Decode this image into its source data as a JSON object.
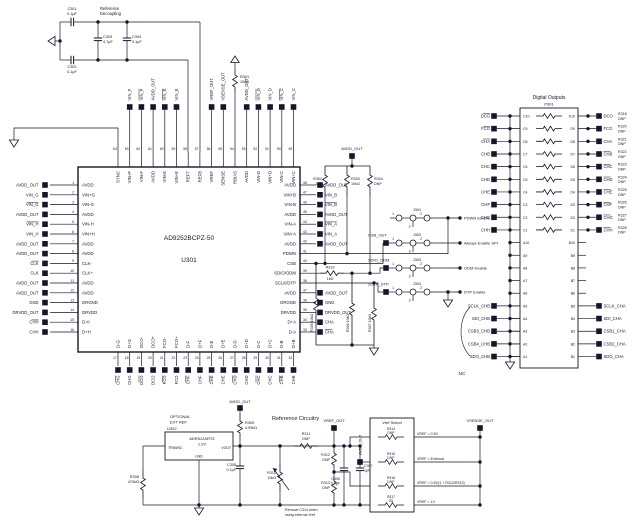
{
  "chip": {
    "refdes": "U301",
    "part": "AD9252BCPZ-50",
    "left_pins": [
      {
        "num": "1",
        "name": "AVDD",
        "net": "AVDD_OUT",
        "bar": false
      },
      {
        "num": "2",
        "name": "VIN+G",
        "net": "VIN_G",
        "bar": false
      },
      {
        "num": "3",
        "name": "VIN-G",
        "net": "VIN_G",
        "bar": true
      },
      {
        "num": "4",
        "name": "AVDD",
        "net": "AVDD_OUT",
        "bar": false
      },
      {
        "num": "5",
        "name": "VIN-H",
        "net": "VIN_H",
        "bar": true
      },
      {
        "num": "6",
        "name": "VIN+H",
        "net": "VIN_H",
        "bar": false
      },
      {
        "num": "7",
        "name": "AVDD",
        "net": "AVDD_OUT",
        "bar": false
      },
      {
        "num": "8",
        "name": "AVDD",
        "net": "AVDD_OUT",
        "bar": false
      },
      {
        "num": "9",
        "name": "CLK-",
        "net": "CLK",
        "bar": true
      },
      {
        "num": "10",
        "name": "CLK+",
        "net": "CLK",
        "bar": false
      },
      {
        "num": "11",
        "name": "AVDD",
        "net": "AVDD_OUT",
        "bar": false
      },
      {
        "num": "12",
        "name": "AVDD",
        "net": "AVDD_OUT",
        "bar": false
      },
      {
        "num": "13",
        "name": "DRGND",
        "net": "GND",
        "bar": false
      },
      {
        "num": "14",
        "name": "DRVDD",
        "net": "DRVDD_OUT",
        "bar": false
      },
      {
        "num": "15",
        "name": "D-H",
        "net": "CHH",
        "bar": true
      },
      {
        "num": "16",
        "name": "D+H",
        "net": "CHH",
        "bar": false
      }
    ],
    "top_pins": [
      {
        "num": "64",
        "name": "SYNC",
        "net": "",
        "bar": false,
        "conn": "wire"
      },
      {
        "num": "63",
        "name": "VIN+F",
        "net": "VIN_F",
        "bar": false,
        "conn": "pad"
      },
      {
        "num": "62",
        "name": "VIN-F",
        "net": "VIN_F",
        "bar": true,
        "conn": "pad"
      },
      {
        "num": "61",
        "name": "AVDD",
        "net": "AVDD_OUT",
        "bar": false,
        "conn": "pad"
      },
      {
        "num": "60",
        "name": "VIN-E",
        "net": "VIN_E",
        "bar": true,
        "conn": "pad"
      },
      {
        "num": "59",
        "name": "VIN+E",
        "net": "VIN_E",
        "bar": false,
        "conn": "pad"
      },
      {
        "num": "58",
        "name": "REFT",
        "net": "",
        "bar": false,
        "conn": "wire"
      },
      {
        "num": "57",
        "name": "REFB",
        "net": "",
        "bar": false,
        "conn": "wire"
      },
      {
        "num": "56",
        "name": "VREF",
        "net": "VREF_OUT",
        "bar": false,
        "conn": "pad"
      },
      {
        "num": "55",
        "name": "SENSE",
        "net": "VSENSE_OUT",
        "bar": false,
        "conn": "pad"
      },
      {
        "num": "54",
        "name": "RBIAS",
        "net": "",
        "bar": false,
        "conn": "wire"
      },
      {
        "num": "53",
        "name": "AVDD",
        "net": "AVDD_OUT",
        "bar": false,
        "conn": "pad"
      },
      {
        "num": "52",
        "name": "VIN-D",
        "net": "VIN_D",
        "bar": true,
        "conn": "pad"
      },
      {
        "num": "51",
        "name": "VIN+D",
        "net": "VIN_D",
        "bar": false,
        "conn": "pad"
      },
      {
        "num": "50",
        "name": "VIN-C",
        "net": "VIN_C",
        "bar": true,
        "conn": "pad"
      },
      {
        "num": "49",
        "name": "VIN+C",
        "net": "VIN_C",
        "bar": false,
        "conn": "pad"
      }
    ],
    "right_pins": [
      {
        "num": "48",
        "name": "AVDD",
        "net": "AVDD_OUT",
        "bar": false,
        "conn": "pad"
      },
      {
        "num": "47",
        "name": "VIN+B",
        "net": "VIN_B",
        "bar": false,
        "conn": "pad"
      },
      {
        "num": "46",
        "name": "VIN-B",
        "net": "VIN_B",
        "bar": true,
        "conn": "pad"
      },
      {
        "num": "45",
        "name": "AVDD",
        "net": "AVDD_OUT",
        "bar": false,
        "conn": "pad"
      },
      {
        "num": "44",
        "name": "VIN-A",
        "net": "VIN_A",
        "bar": true,
        "conn": "pad"
      },
      {
        "num": "43",
        "name": "VIN+A",
        "net": "VIN_A",
        "bar": false,
        "conn": "pad"
      },
      {
        "num": "42",
        "name": "AVDD",
        "net": "AVDD_OUT",
        "bar": false,
        "conn": "pad"
      },
      {
        "num": "41",
        "name": "PDWN",
        "net": "",
        "bar": false,
        "conn": "wire"
      },
      {
        "num": "40",
        "name": "CSB",
        "net": "",
        "bar": false,
        "conn": "wire"
      },
      {
        "num": "39",
        "name": "SDIO/ODM",
        "net": "",
        "bar": false,
        "conn": "wire"
      },
      {
        "num": "38",
        "name": "SCLK/DTP",
        "net": "",
        "bar": false,
        "conn": "wire"
      },
      {
        "num": "37",
        "name": "AVDD",
        "net": "AVDD_OUT",
        "bar": false,
        "conn": "pad"
      },
      {
        "num": "36",
        "name": "DRGND",
        "net": "GND",
        "bar": false,
        "conn": "pad"
      },
      {
        "num": "35",
        "name": "DRVDD",
        "net": "DRVDD_OUT",
        "bar": false,
        "conn": "pad"
      },
      {
        "num": "34",
        "name": "D+A",
        "net": "CHA",
        "bar": false,
        "conn": "pad"
      },
      {
        "num": "33",
        "name": "D-A",
        "net": "CHA",
        "bar": true,
        "conn": "pad"
      }
    ],
    "bottom_pins": [
      {
        "num": "17",
        "name": "D-G",
        "net": "CHG",
        "bar": true
      },
      {
        "num": "18",
        "name": "D+G",
        "net": "CHG",
        "bar": false
      },
      {
        "num": "19",
        "name": "DCO-",
        "net": "DCO",
        "bar": true
      },
      {
        "num": "20",
        "name": "DCO+",
        "net": "DCO",
        "bar": false
      },
      {
        "num": "21",
        "name": "FCO-",
        "net": "FCO",
        "bar": true
      },
      {
        "num": "22",
        "name": "FCO+",
        "net": "FCO",
        "bar": false
      },
      {
        "num": "23",
        "name": "D-F",
        "net": "CHF",
        "bar": true
      },
      {
        "num": "24",
        "name": "D+F",
        "net": "CHF",
        "bar": false
      },
      {
        "num": "25",
        "name": "D-E",
        "net": "CHE",
        "bar": true
      },
      {
        "num": "26",
        "name": "D+E",
        "net": "CHE",
        "bar": false
      },
      {
        "num": "27",
        "name": "D-D",
        "net": "CHD",
        "bar": true
      },
      {
        "num": "28",
        "name": "D+D",
        "net": "CHD",
        "bar": false
      },
      {
        "num": "29",
        "name": "D-C",
        "net": "CHC",
        "bar": true
      },
      {
        "num": "30",
        "name": "D+C",
        "net": "CHC",
        "bar": false
      },
      {
        "num": "31",
        "name": "D-B",
        "net": "CHB",
        "bar": true
      },
      {
        "num": "32",
        "name": "D+B",
        "net": "CHB",
        "bar": false
      }
    ]
  },
  "decoupling": {
    "line1": "Reference",
    "line2": "Decoupling",
    "c301": {
      "ref": "C301",
      "val": "0.1µF"
    },
    "c302": {
      "ref": "C302",
      "val": "0.1µF"
    },
    "c303": {
      "ref": "C303",
      "val": "4.7µF"
    },
    "c304": {
      "ref": "C304",
      "val": "0.1µF"
    }
  },
  "rbias": {
    "ref": "R301",
    "val": "10kΩ"
  },
  "spi": {
    "avdd": "AVDD_OUT",
    "pullups": [
      {
        "ref": "R302",
        "val": "1kΩ"
      },
      {
        "ref": "R303",
        "val": "10kΩ"
      },
      {
        "ref": "R304",
        "val": "DNP"
      }
    ],
    "series": {
      "ref": "R319",
      "val": "1kΩ"
    },
    "pulldowns": [
      {
        "label": "R305 10kΩ"
      },
      {
        "label": "R306 10kΩ"
      },
      {
        "label": "R307 10kΩ"
      }
    ],
    "pin1": "1",
    "pin2": "2",
    "pin3": "3",
    "jumpers": [
      {
        "ref": "J301",
        "net": "",
        "signal": "PDWN Enable"
      },
      {
        "ref": "J302",
        "net": "CSB_OUT",
        "signal": "Always Enable SPI"
      },
      {
        "ref": "J303",
        "net": "SDIO_ODM",
        "signal": "ODM Enable"
      },
      {
        "ref": "J304",
        "net": "SCLK_DTP",
        "signal": "DTP Enable"
      }
    ]
  },
  "outputs": {
    "title": "Digital Outputs",
    "refdes": "P301",
    "rows": [
      {
        "l": "DCO",
        "lb": true,
        "c": "C10",
        "d": "D10",
        "r": "DCO",
        "rb": false,
        "res": "R318",
        "resval": "DNP"
      },
      {
        "l": "FCO",
        "lb": true,
        "c": "C9",
        "d": "D9",
        "r": "FCO",
        "rb": false,
        "res": "R320",
        "resval": "DNP"
      },
      {
        "l": "CHA",
        "lb": true,
        "c": "C8",
        "d": "D8",
        "r": "CHA",
        "rb": false,
        "res": "R321",
        "resval": "DNP"
      },
      {
        "l": "CHB",
        "lb": false,
        "c": "C7",
        "d": "D7",
        "r": "CHB",
        "rb": true,
        "res": "R322",
        "resval": "DNP"
      },
      {
        "l": "CHC",
        "lb": false,
        "c": "C6",
        "d": "D6",
        "r": "CHC",
        "rb": true,
        "res": "R323",
        "resval": "DNP"
      },
      {
        "l": "CHD",
        "lb": false,
        "c": "C5",
        "d": "D5",
        "r": "CHD",
        "rb": true,
        "res": "R324",
        "resval": "DNP"
      },
      {
        "l": "CHE",
        "lb": false,
        "c": "C4",
        "d": "D4",
        "r": "CHE",
        "rb": true,
        "res": "R325",
        "resval": "DNP"
      },
      {
        "l": "CHF",
        "lb": false,
        "c": "C3",
        "d": "D3",
        "r": "CHF",
        "rb": true,
        "res": "R326",
        "resval": "DNP"
      },
      {
        "l": "CHG",
        "lb": false,
        "c": "C2",
        "d": "D2",
        "r": "CHG",
        "rb": true,
        "res": "R327",
        "resval": "DNP"
      },
      {
        "l": "CHH",
        "lb": false,
        "c": "C1",
        "d": "D1",
        "r": "CHH",
        "rb": true,
        "res": "R328",
        "resval": "DNP"
      }
    ],
    "spi_rows": [
      {
        "a": "A10",
        "b": "B10",
        "left": "",
        "right": ""
      },
      {
        "a": "A9",
        "b": "B9",
        "left": "",
        "right": ""
      },
      {
        "a": "A8",
        "b": "B8",
        "left": "",
        "right": ""
      },
      {
        "a": "A7",
        "b": "B7",
        "left": "",
        "right": ""
      },
      {
        "a": "A6",
        "b": "B6",
        "left": "",
        "right": ""
      },
      {
        "a": "A5",
        "b": "B5",
        "left": "SCLK_CHB",
        "right": "SCLK_CHA"
      },
      {
        "a": "A4",
        "b": "B4",
        "left": "SDI_CHB",
        "right": "SDI_CHA"
      },
      {
        "a": "A3",
        "b": "B3",
        "left": "CSB3_CHB",
        "right": "CSB1_CHA"
      },
      {
        "a": "A2",
        "b": "B2",
        "left": "CSB4_CHB",
        "right": "CSB2_CHA"
      },
      {
        "a": "A1",
        "b": "B1",
        "left": "SDO_CHB",
        "right": "SDO_CHA"
      }
    ],
    "nc": "NC"
  },
  "reference": {
    "title": "Reference Circuitry",
    "optional1": "OPTIONAL",
    "optional2": "EXT REF",
    "u302": {
      "refdes": "U302",
      "part": "ADR512ARTZ",
      "val": "1.2V",
      "trim": "TRIM/NC",
      "vout": "VOUT",
      "gnd": "GND"
    },
    "avdd": "AVDD_OUT",
    "r308": {
      "ref": "R308",
      "val": "470kΩ"
    },
    "r309": {
      "ref": "R309",
      "val": "4.99kΩ"
    },
    "c305": {
      "ref": "C305",
      "val": "0.1µF"
    },
    "r310": {
      "ref": "R310",
      "val": "10kΩ"
    },
    "r311": {
      "ref": "R311",
      "val": "DNP"
    },
    "r312": {
      "ref": "R312",
      "val": "DNP"
    },
    "r313": {
      "ref": "R313",
      "val": "DNP"
    },
    "c306": {
      "ref": "C306",
      "val": "0.1µF"
    },
    "c307": {
      "ref": "C307",
      "val": "1µF"
    },
    "vref_out": "VREF_OUT",
    "vsense_out": "VSENSE_OUT",
    "avdd2": "AVDD_OUT",
    "select": {
      "title": "Vref Select",
      "rows": [
        {
          "ref": "R314",
          "val": "DNP",
          "eq": "VREF = 0.5V"
        },
        {
          "ref": "R315",
          "val": "DNP",
          "eq": "VREF = External"
        },
        {
          "ref": "R316",
          "val": "DNP",
          "eq": "VREF = 0.5V(1 + R312/R313)"
        },
        {
          "ref": "R317",
          "val": "0Ω",
          "eq": "VREF = 1V"
        }
      ]
    },
    "note1": "Remove C314 when",
    "note2": "using external Vref"
  }
}
